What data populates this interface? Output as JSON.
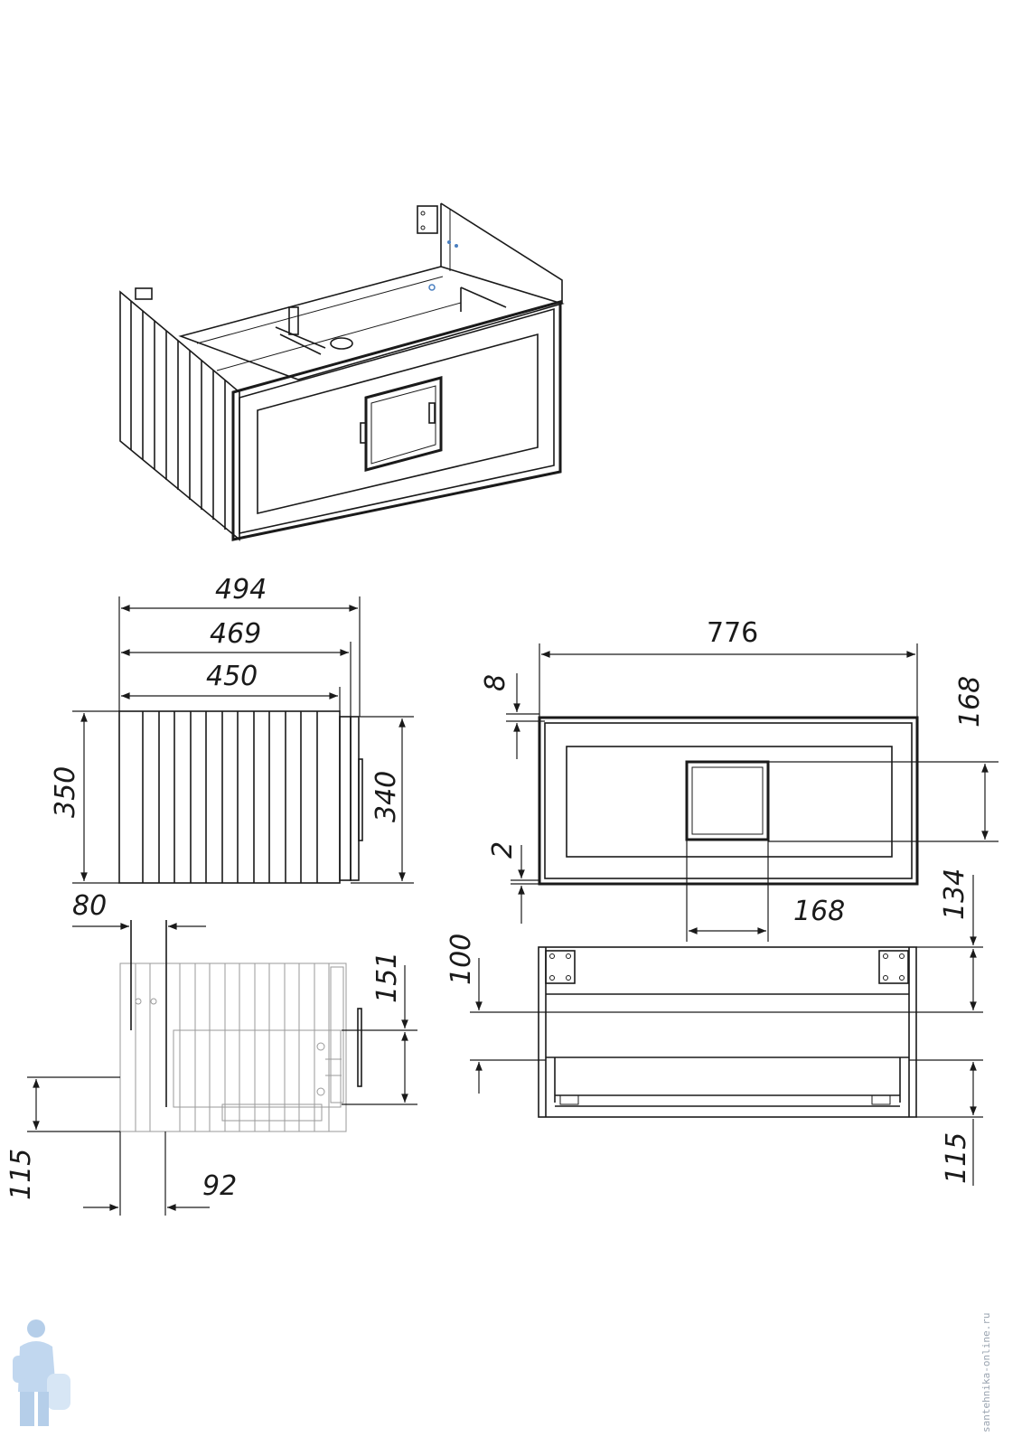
{
  "side_view": {
    "width_outer": "494",
    "width_mid": "469",
    "width_inner": "450",
    "height_total": "350",
    "height_front": "340"
  },
  "front_view": {
    "width": "776",
    "top_gap": "8",
    "bottom_gap": "2",
    "window_height": "168",
    "window_width": "168"
  },
  "section_view": {
    "offset_left": "80",
    "height_upper": "151",
    "height_lower": "115",
    "offset_bottom": "92"
  },
  "top_view": {
    "depth_top": "134",
    "depth_mid": "100",
    "depth_bottom": "115"
  },
  "watermark": {
    "text": "santehnika-online.ru"
  }
}
